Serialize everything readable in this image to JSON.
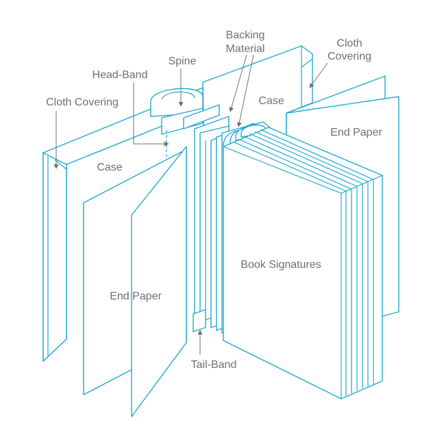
{
  "colors": {
    "stroke": "#1fa9cf",
    "label": "#6f6f6f",
    "background": "#ffffff"
  },
  "labels": {
    "backing_material_line1": "Backing",
    "backing_material_line2": "Material",
    "cloth_covering_right_line1": "Cloth",
    "cloth_covering_right_line2": "Covering",
    "spine": "Spine",
    "head_band": "Head-Band",
    "cloth_covering_left": "Cloth Covering",
    "case_right": "Case",
    "end_paper_right": "End Paper",
    "case_left": "Case",
    "book_signatures": "Book Signatures",
    "end_paper_left": "End Paper",
    "tail_band": "Tail-Band"
  }
}
